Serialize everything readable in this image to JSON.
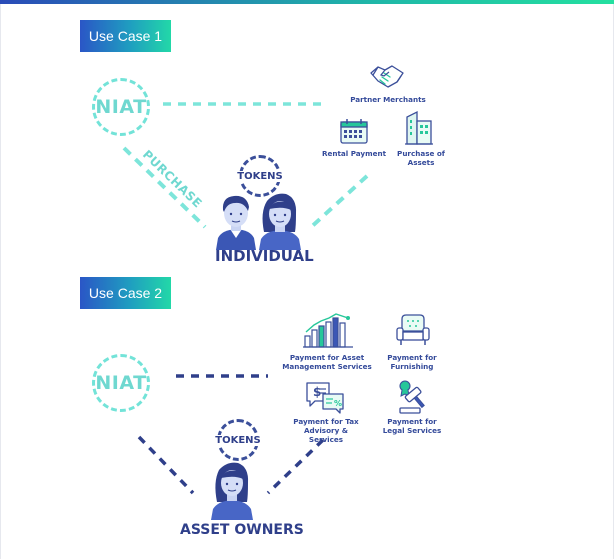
{
  "use_case_1": {
    "badge": "Use Case 1",
    "niat": "NIAT",
    "purchase": "PURCHASE",
    "tokens": "TOKENS",
    "individual": "INDIVIDUAL",
    "services": {
      "partner_merchants": "Partner Merchants",
      "rental_payment": "Rental Payment",
      "purchase_of_assets": "Purchase of Assets"
    },
    "icons": [
      "handshake-icon",
      "calendar-icon",
      "building-icon",
      "man-avatar-icon",
      "woman-avatar-icon"
    ]
  },
  "use_case_2": {
    "badge": "Use Case 2",
    "niat": "NIAT",
    "tokens": "TOKENS",
    "asset_owners": "ASSET OWNERS",
    "services": {
      "asset_management": "Payment for Asset Management Services",
      "furnishing": "Payment for Furnishing",
      "tax_advisory": "Payment for Tax Advisory & Services",
      "legal": "Payment for Legal Services"
    },
    "icons": [
      "bar-growth-icon",
      "armchair-icon",
      "invoice-chat-icon",
      "gavel-icon",
      "woman-avatar-icon"
    ]
  },
  "colors": {
    "primary_navy": "#2f3f8a",
    "teal_dashed": "#73e3d8",
    "green_accent": "#26c79a",
    "badge_start": "#2a56c6",
    "badge_end": "#22d8a8"
  }
}
